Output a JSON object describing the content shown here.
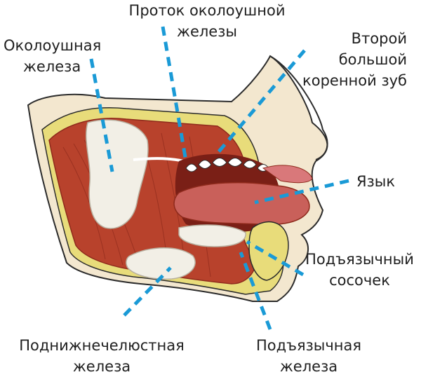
{
  "labels": {
    "parotid_gland": {
      "line1": "Околоушная",
      "line2": "железа"
    },
    "parotid_duct": {
      "line1": "Проток околоушной",
      "line2": "железы"
    },
    "second_molar": {
      "line1": "Второй",
      "line2": "большой",
      "line3": "коренной зуб"
    },
    "tongue": {
      "line1": "Язык"
    },
    "sublingual_papilla": {
      "line1": "Подъязычный",
      "line2": "сосочек"
    },
    "submandibular_gland": {
      "line1": "Поднижнечелюстная",
      "line2": "железа"
    },
    "sublingual_gland": {
      "line1": "Подъязычная",
      "line2": "железа"
    }
  },
  "colors": {
    "pointer": "#1a9ad6",
    "muscle": "#b8422c",
    "muscle_dark": "#8e2a1c",
    "skin": "#f3e7cf",
    "fat": "#e8dc7a",
    "gland": "#f2efe6",
    "gum": "#d9787a",
    "tongue": "#c9605a",
    "teeth": "#ffffff",
    "outline": "#2b2b2b"
  },
  "icons": [
    "head-section-illustration"
  ]
}
